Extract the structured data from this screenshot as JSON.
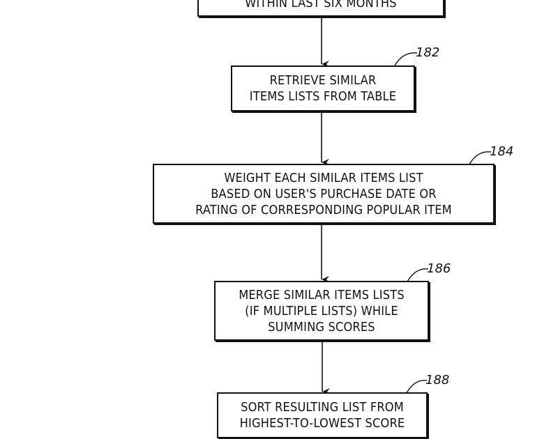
{
  "steps": [
    {
      "id": "top",
      "ref": "",
      "lines": [
        "WITHIN LAST SIX MONTHS"
      ]
    },
    {
      "id": "182",
      "ref": "182",
      "lines": [
        "RETRIEVE SIMILAR",
        "ITEMS LISTS FROM TABLE"
      ]
    },
    {
      "id": "184",
      "ref": "184",
      "lines": [
        "WEIGHT EACH SIMILAR ITEMS LIST",
        "BASED ON USER'S PURCHASE DATE OR",
        "RATING OF CORRESPONDING POPULAR ITEM"
      ]
    },
    {
      "id": "186",
      "ref": "186",
      "lines": [
        "MERGE SIMILAR ITEMS LISTS",
        "(IF MULTIPLE LISTS) WHILE",
        "SUMMING SCORES"
      ]
    },
    {
      "id": "188",
      "ref": "188",
      "lines": [
        "SORT RESULTING LIST FROM",
        "HIGHEST-TO-LOWEST SCORE"
      ]
    }
  ]
}
